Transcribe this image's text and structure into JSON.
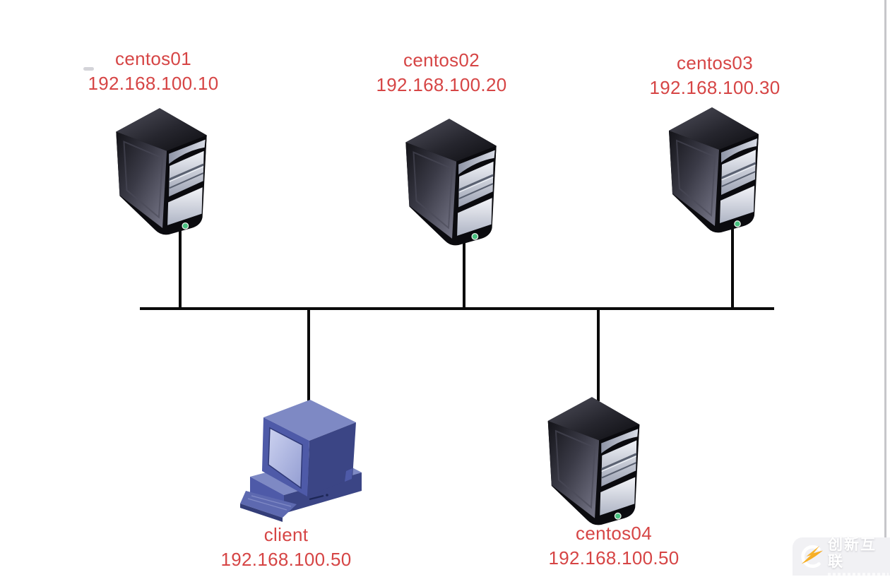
{
  "diagram": {
    "type": "network-topology",
    "connection": "shared-bus",
    "label_color": "#d64545",
    "line_color": "#0a0a0a",
    "nodes": [
      {
        "name": "centos01",
        "ip": "192.168.100.10",
        "device": "server-tower"
      },
      {
        "name": "centos02",
        "ip": "192.168.100.20",
        "device": "server-tower"
      },
      {
        "name": "centos03",
        "ip": "192.168.100.30",
        "device": "server-tower"
      },
      {
        "name": "client",
        "ip": "192.168.100.50",
        "device": "client-pc"
      },
      {
        "name": "centos04",
        "ip": "192.168.100.50",
        "device": "server-tower"
      }
    ]
  },
  "watermark": {
    "text": "创新互联",
    "accent_color": "#f5ad1e"
  }
}
